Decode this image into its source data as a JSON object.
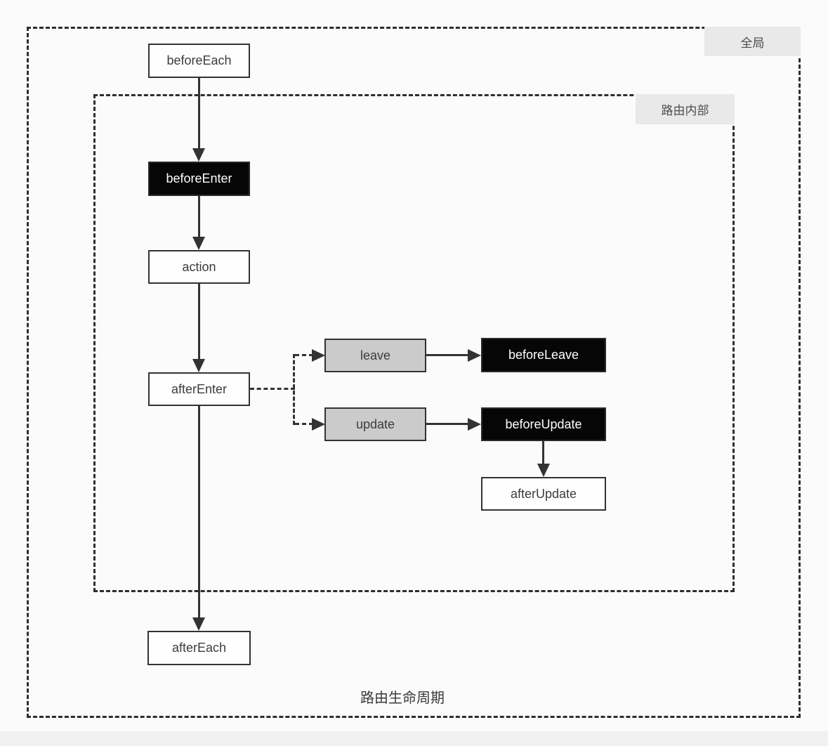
{
  "diagram": {
    "caption": "路由生命周期",
    "groups": {
      "global": {
        "label": "全局"
      },
      "router_internal": {
        "label": "路由内部"
      }
    },
    "nodes": {
      "before_each": {
        "label": "beforeEach",
        "variant": "plain"
      },
      "before_enter": {
        "label": "beforeEnter",
        "variant": "dark"
      },
      "action": {
        "label": "action",
        "variant": "plain"
      },
      "after_enter": {
        "label": "afterEnter",
        "variant": "plain"
      },
      "leave": {
        "label": "leave",
        "variant": "gray"
      },
      "before_leave": {
        "label": "beforeLeave",
        "variant": "dark"
      },
      "update": {
        "label": "update",
        "variant": "gray"
      },
      "before_update": {
        "label": "beforeUpdate",
        "variant": "dark"
      },
      "after_update": {
        "label": "afterUpdate",
        "variant": "plain"
      },
      "after_each": {
        "label": "afterEach",
        "variant": "plain"
      }
    },
    "edges": [
      {
        "from": "before_each",
        "to": "before_enter",
        "style": "solid"
      },
      {
        "from": "before_enter",
        "to": "action",
        "style": "solid"
      },
      {
        "from": "action",
        "to": "after_enter",
        "style": "solid"
      },
      {
        "from": "after_enter",
        "to": "leave",
        "style": "dashed"
      },
      {
        "from": "after_enter",
        "to": "update",
        "style": "dashed"
      },
      {
        "from": "leave",
        "to": "before_leave",
        "style": "solid"
      },
      {
        "from": "update",
        "to": "before_update",
        "style": "solid"
      },
      {
        "from": "before_update",
        "to": "after_update",
        "style": "solid"
      },
      {
        "from": "after_enter",
        "to": "after_each",
        "style": "solid"
      }
    ],
    "colors": {
      "line": "#333333",
      "dark_node_bg": "#060606",
      "dark_node_text": "#ffffff",
      "gray_node_bg": "#cbcbcb",
      "plain_node_bg": "#fefefe",
      "group_label_bg": "#e9e9e9",
      "text": "#3c3c3c",
      "canvas_bg": "#fbfbfb"
    }
  }
}
